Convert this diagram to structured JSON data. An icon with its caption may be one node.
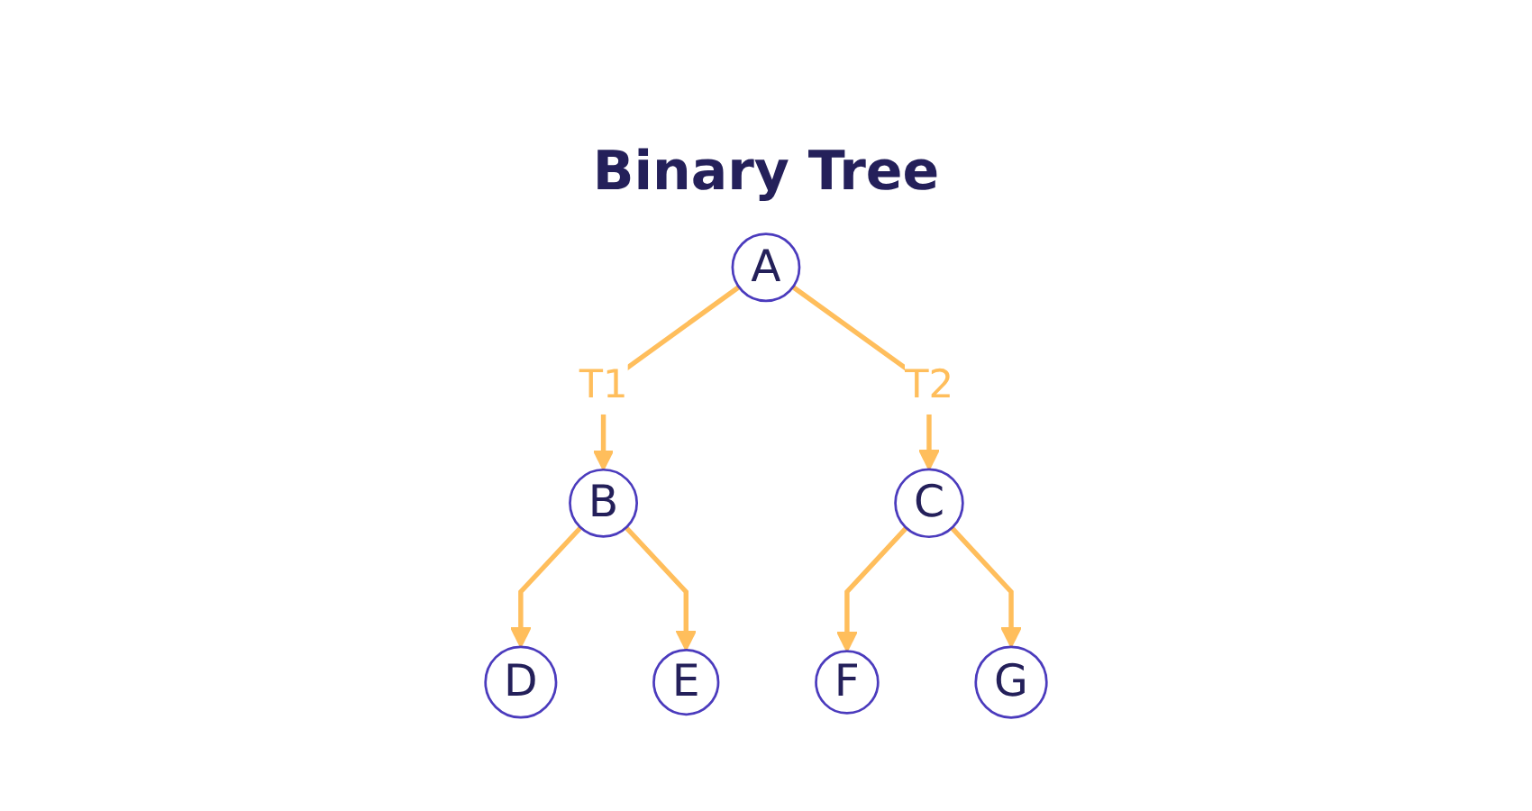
{
  "diagram": {
    "title": "Binary Tree",
    "nodes": [
      {
        "text": [
          "A"
        ]
      },
      {
        "text": [
          "B"
        ]
      },
      {
        "text": [
          "C"
        ]
      },
      {
        "text": [
          "D"
        ]
      },
      {
        "text": [
          "E"
        ]
      },
      {
        "text": [
          "F"
        ]
      },
      {
        "text": [
          "G"
        ]
      }
    ],
    "edges": [
      {
        "from": 0,
        "to": 1,
        "arrow": "to",
        "label": "T1"
      },
      {
        "from": 0,
        "to": 2,
        "arrow": "to",
        "label": "T2"
      },
      {
        "from": 1,
        "to": 3,
        "arrow": "to"
      },
      {
        "from": 1,
        "to": 4,
        "arrow": "to"
      },
      {
        "from": 2,
        "to": 5,
        "arrow": "to"
      },
      {
        "from": 2,
        "to": 6,
        "arrow": "to"
      }
    ]
  }
}
